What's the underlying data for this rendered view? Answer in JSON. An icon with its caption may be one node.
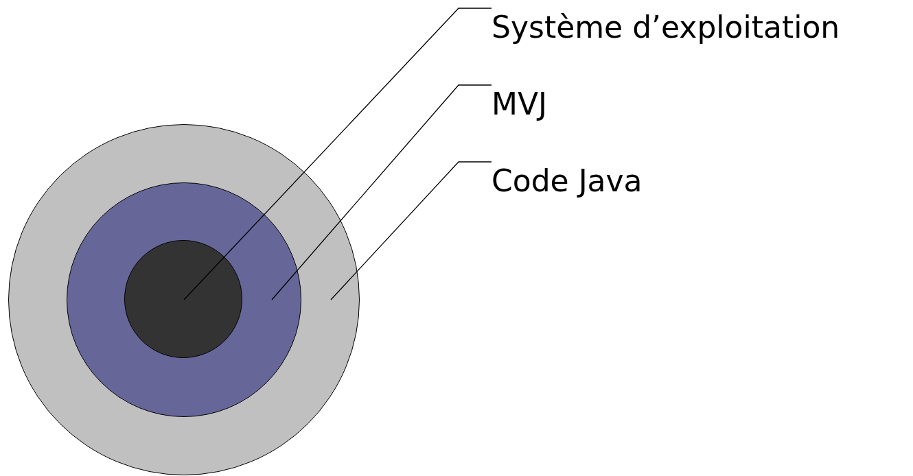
{
  "diagram": {
    "nodes": [
      {
        "text": [],
        "shape": "circle"
      },
      {
        "text": [],
        "shape": "circle",
        "in": 0
      },
      {
        "text": [],
        "shape": "circle",
        "in": 1
      },
      {
        "text": [
          "Système d’exploitation"
        ]
      },
      {
        "text": [
          "MVJ"
        ]
      },
      {
        "text": [
          "Code Java"
        ]
      }
    ],
    "edges": [
      {
        "from": 3,
        "to": 2,
        "arrow": "none"
      },
      {
        "from": 4,
        "to": 1,
        "arrow": "none"
      },
      {
        "from": 5,
        "to": 0,
        "arrow": "none"
      }
    ]
  }
}
